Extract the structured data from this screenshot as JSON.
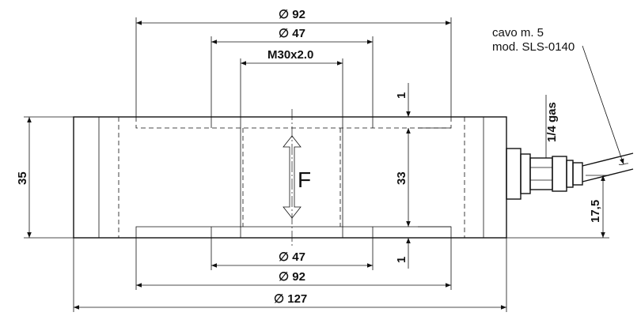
{
  "dimensions": {
    "top_diameter_92": "∅ 92",
    "top_diameter_47": "∅ 47",
    "thread": "M30x2.0",
    "bottom_diameter_47": "∅ 47",
    "bottom_diameter_92": "∅ 92",
    "outer_diameter_127": "∅ 127",
    "height_35": "35",
    "height_33": "33",
    "offset_top_1": "1",
    "offset_bottom_1": "1",
    "connector_height": "17,5"
  },
  "labels": {
    "force": "F",
    "gas_thread": "1/4 gas",
    "cable_line1": "cavo m. 5",
    "cable_line2": "mod. SLS-0140"
  }
}
